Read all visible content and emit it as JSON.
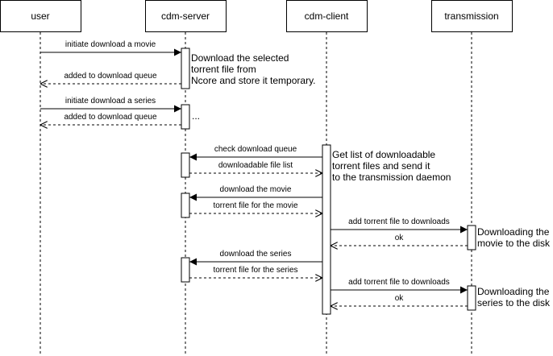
{
  "participants": {
    "user": "user",
    "cdm_server": "cdm-server",
    "cdm_client": "cdm-client",
    "transmission": "transmission"
  },
  "messages": {
    "m1": "initiate download a movie",
    "m2": "added to download queue",
    "m3": "initiate download a series",
    "m4": "added to download queue",
    "m5": "check download queue",
    "m6": "downloadable file list",
    "m7": "download the movie",
    "m8": "torrent file for the movie",
    "m9": "add torrent file to downloads",
    "m10": "ok",
    "m11": "download the series",
    "m12": "torrent file for the series",
    "m13": "add torrent file to downloads",
    "m14": "ok"
  },
  "notes": {
    "server_movie": [
      "Download the selected",
      "torrent file from",
      "Ncore and store it temporary."
    ],
    "server_series": [
      "..."
    ],
    "client": [
      "Get list of downloadable",
      "torrent files and send it",
      "to the transmission daemon"
    ],
    "transmission_movie": [
      "Downloading the",
      "movie to the disk"
    ],
    "transmission_series": [
      "Downloading the",
      "series to the disk"
    ]
  }
}
